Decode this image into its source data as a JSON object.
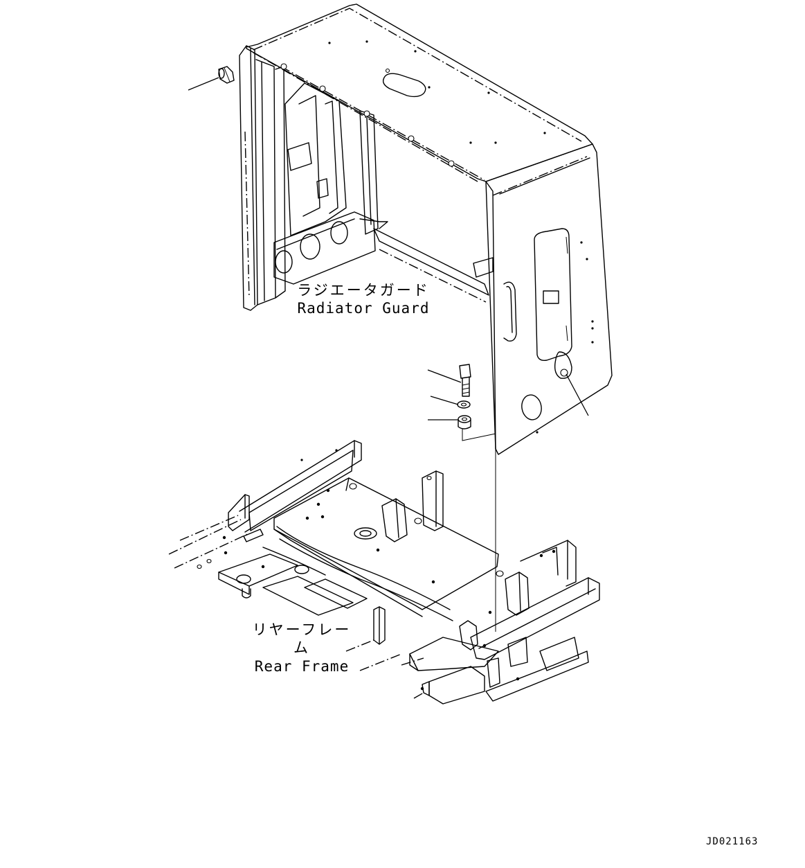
{
  "labels": {
    "radiator_guard_jp": "ラジエータガード",
    "radiator_guard_en": "Radiator Guard",
    "rear_frame_jp": "リヤーフレーム",
    "rear_frame_en": "Rear Frame"
  },
  "drawing_code": "JD021163"
}
